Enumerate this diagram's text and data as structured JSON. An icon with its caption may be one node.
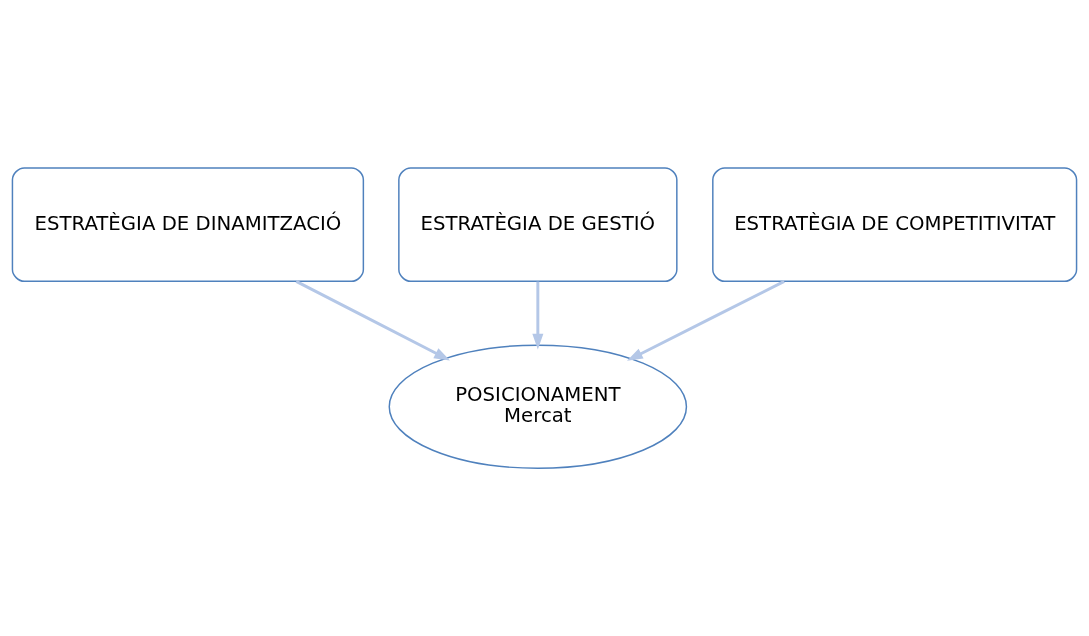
{
  "diagram": {
    "nodes": [
      {
        "text": [
          "ESTRATÈGIA DE DINAMITZACIÓ"
        ]
      },
      {
        "text": [
          "ESTRATÈGIA DE GESTIÓ"
        ]
      },
      {
        "text": [
          "ESTRATÈGIA DE COMPETITIVITAT"
        ]
      },
      {
        "text": [
          "POSICIONAMENT",
          "Mercat"
        ]
      }
    ],
    "edges": [
      {
        "from": 0,
        "to": 3,
        "arrow": "to",
        "color": "#b4c7e7"
      },
      {
        "from": 1,
        "to": 3,
        "arrow": "to",
        "color": "#b4c7e7"
      },
      {
        "from": 2,
        "to": 3,
        "arrow": "to",
        "color": "#b4c7e7"
      }
    ]
  }
}
